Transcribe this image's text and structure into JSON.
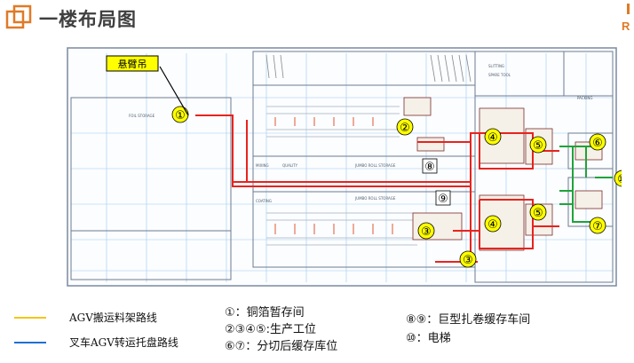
{
  "header": {
    "title": "一楼布局图",
    "logo_letter": "R",
    "accent_color": "#e07a26"
  },
  "plan": {
    "callout_label": "悬臂吊",
    "room_labels": [
      "FOIL STORAGE",
      "SLITTING",
      "JUMBO ROLL STORAGE",
      "JUMBO ROLL STORAGE",
      "SPARE TOOL",
      "PACKING",
      "QUALITY",
      "MIXING",
      "COATING"
    ],
    "markers": [
      {
        "id": "m1",
        "label": "①",
        "kind": "yellow"
      },
      {
        "id": "m2",
        "label": "②",
        "kind": "yellow"
      },
      {
        "id": "m3a",
        "label": "③",
        "kind": "yellow"
      },
      {
        "id": "m3b",
        "label": "③",
        "kind": "yellow"
      },
      {
        "id": "m4a",
        "label": "④",
        "kind": "yellow"
      },
      {
        "id": "m4b",
        "label": "④",
        "kind": "yellow"
      },
      {
        "id": "m5a",
        "label": "⑤",
        "kind": "yellow"
      },
      {
        "id": "m5b",
        "label": "⑤",
        "kind": "yellow"
      },
      {
        "id": "m6",
        "label": "⑥",
        "kind": "yellow"
      },
      {
        "id": "m7",
        "label": "⑦",
        "kind": "yellow"
      },
      {
        "id": "m8",
        "label": "⑧",
        "kind": "white"
      },
      {
        "id": "m9",
        "label": "⑨",
        "kind": "white"
      },
      {
        "id": "m10",
        "label": "⑩",
        "kind": "yellow"
      }
    ],
    "route_colors": {
      "agv_rack": "#e8231e",
      "forklift_agv": "#1fa33a",
      "marker": "#ffff00"
    }
  },
  "legend": {
    "items": [
      {
        "label": "AGV搬运料架路线",
        "color": "#f5c518"
      },
      {
        "label": "叉车AGV转运托盘路线",
        "color": "#1f6fd0"
      }
    ],
    "notes": [
      "①：铜箔暂存间",
      "②③④⑤:生产工位",
      "⑥⑦：分切后缓存库位",
      "⑧⑨：巨型扎卷缓存车间",
      "⑩：电梯"
    ]
  }
}
